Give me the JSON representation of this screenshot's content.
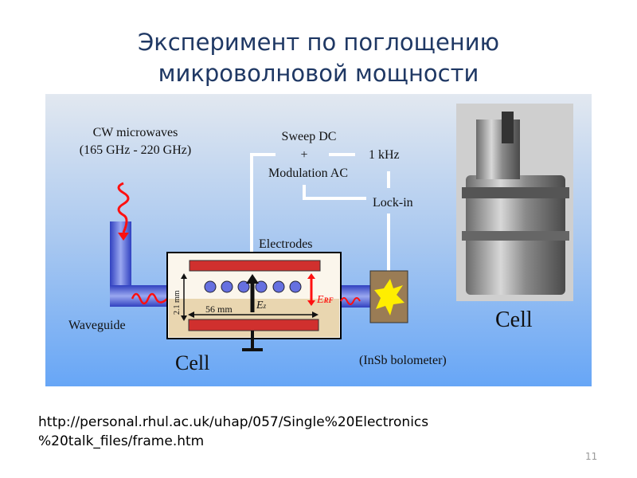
{
  "slide": {
    "title_line1": "Эксперимент по поглощению",
    "title_line2": "микроволновой мощности",
    "source_line1": "http://personal.rhul.ac.uk/uhap/057/Single%20Electronics",
    "source_line2": "%20talk_files/frame.htm",
    "page_number": "11"
  },
  "diagram": {
    "cw_label_1": "CW microwaves",
    "cw_label_2": "(165 GHz - 220 GHz)",
    "sweep_1": "Sweep DC",
    "sweep_2": "+",
    "sweep_3": "Modulation AC",
    "freq": "1 kHz",
    "lockin": "Lock-in",
    "electrodes": "Electrodes",
    "waveguide": "Waveguide",
    "cell": "Cell",
    "height_dim": "2.1 mm",
    "width_dim": "56 mm",
    "ez": "E",
    "ez_sub": "z",
    "erf": "E",
    "erf_sub": "RF",
    "bolometer": "(InSb bolometer)",
    "photo_label": "Cell",
    "colors": {
      "electrode": "#d0302e",
      "waveguide": "#3c4fd0",
      "wave": "#ff1010",
      "title": "#1f3864"
    }
  }
}
